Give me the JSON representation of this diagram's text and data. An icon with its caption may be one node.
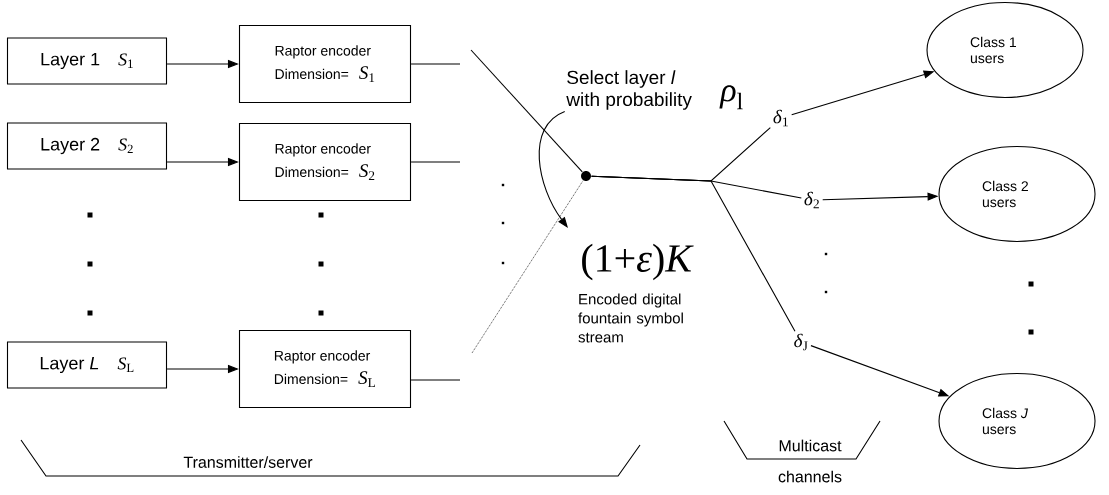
{
  "diagram": {
    "nodes": [
      {
        "text": [
          "Layer 1",
          "*S*$_{1}$"
        ]
      },
      {
        "text": [
          "Layer 2",
          "*S*$_{2}$"
        ]
      },
      {
        "text": [
          "Layer *L*",
          "*S*$_{L}$"
        ]
      },
      {
        "text": [
          "Raptor encoder",
          "Dimension=",
          "*S*$_{1}$"
        ]
      },
      {
        "text": [
          "Raptor encoder",
          "Dimension=",
          "*S*$_{2}$"
        ]
      },
      {
        "text": [
          "Raptor encoder",
          "Dimension=",
          "*S*$_{L}$"
        ]
      },
      {
        "text": [],
        "shape": "circle"
      },
      {
        "text": [
          "Select layer *l* with probability",
          "*ρ*$_{l}$"
        ]
      },
      {
        "text": [
          "*δ*$_{1}$"
        ]
      },
      {
        "text": [
          "*δ*$_{2}$"
        ]
      },
      {
        "text": [
          "*δ*$_{J}$"
        ]
      },
      {
        "text": [
          "Class 1 users"
        ]
      },
      {
        "text": [
          "Class 2 users"
        ]
      },
      {
        "text": [
          "Class *J* users"
        ]
      }
    ],
    "edges": [
      {
        "from": 0,
        "to": 3,
        "arrow": "to"
      },
      {
        "from": 1,
        "to": 4,
        "arrow": "to"
      },
      {
        "from": 2,
        "to": 5,
        "arrow": "to"
      },
      {
        "from": 3,
        "to": null,
        "arrow": "none"
      },
      {
        "from": 4,
        "to": null,
        "arrow": "none"
      },
      {
        "from": 5,
        "to": null,
        "arrow": "none"
      },
      {
        "from": null,
        "to": 6,
        "arrow": "none"
      },
      {
        "from": null,
        "to": 6,
        "arrow": "none",
        "style": "dashed"
      },
      {
        "from": 6,
        "to": 8,
        "arrow": "none"
      },
      {
        "from": 6,
        "to": 9,
        "arrow": "none"
      },
      {
        "from": 6,
        "to": 10,
        "arrow": "none"
      },
      {
        "from": 8,
        "to": 11,
        "arrow": "to"
      },
      {
        "from": 9,
        "to": 12,
        "arrow": "to"
      },
      {
        "from": 10,
        "to": 13,
        "arrow": "to"
      },
      {
        "from": 7,
        "to": null,
        "arrow": "to"
      }
    ],
    "labels": [
      "(1+*ε*)*K*",
      "Encoded digital fountain symbol stream",
      "Transmitter/server",
      "Multicast channels"
    ]
  }
}
